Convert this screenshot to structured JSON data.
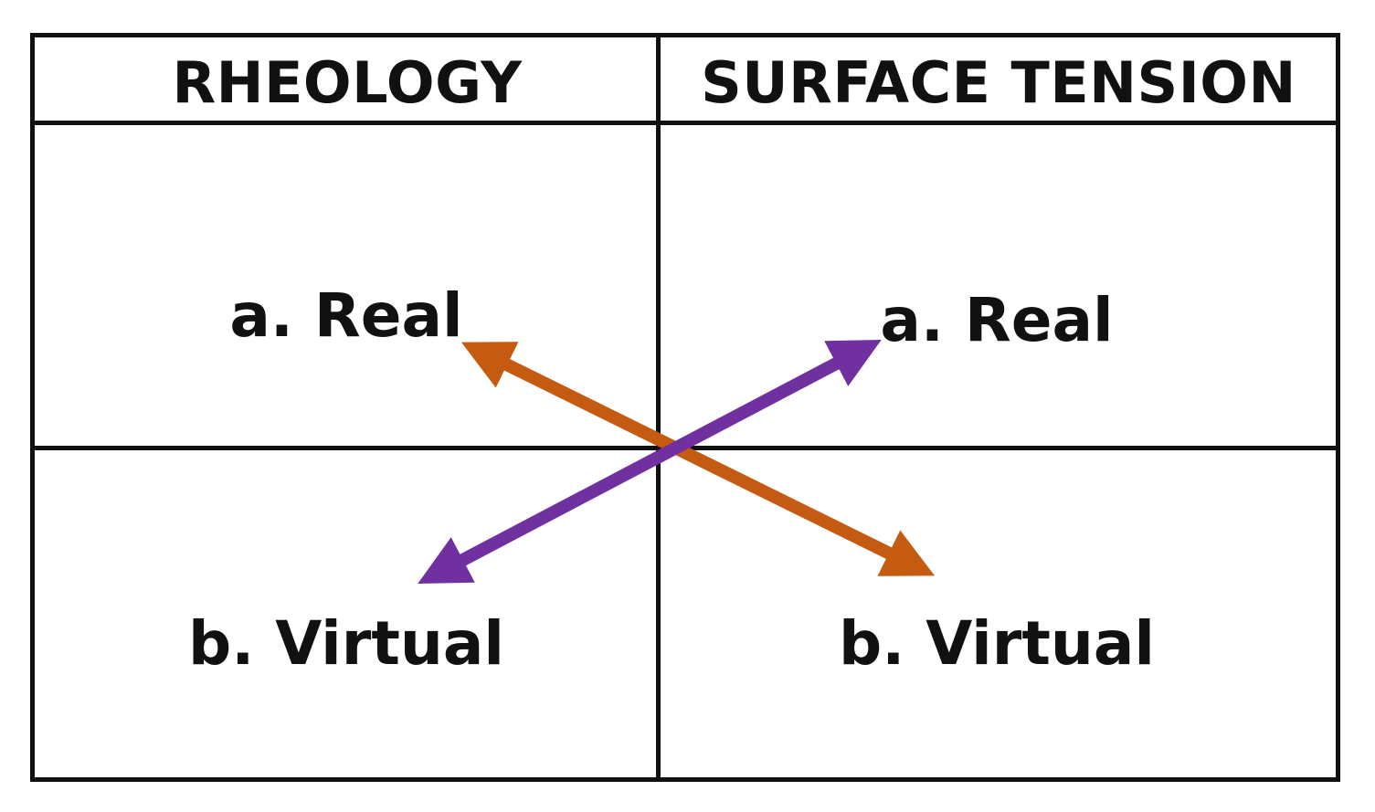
{
  "columns": [
    {
      "header": "RHEOLOGY",
      "items": {
        "real": "a. Real",
        "virtual": "b. Virtual"
      }
    },
    {
      "header": "SURFACE TENSION",
      "items": {
        "real": "a. Real",
        "virtual": "b. Virtual"
      }
    }
  ],
  "arrows": [
    {
      "from": "RHEOLOGY a. Real",
      "to": "SURFACE TENSION b. Virtual",
      "style": "double-headed",
      "color": "#c55a11"
    },
    {
      "from": "RHEOLOGY b. Virtual",
      "to": "SURFACE TENSION a. Real",
      "style": "double-headed",
      "color": "#7030a0"
    }
  ],
  "colors": {
    "grid": "#111111",
    "text": "#111111",
    "background": "#ffffff"
  }
}
